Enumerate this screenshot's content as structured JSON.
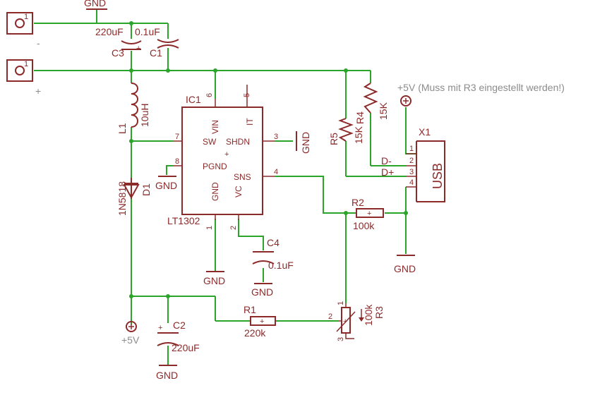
{
  "colors": {
    "wire": "#2aa52a",
    "component": "#8c2a2a",
    "background": "#ffffff"
  },
  "connectors": {
    "top": {
      "pin": "1",
      "polarity": "-"
    },
    "bottom": {
      "pin": "1",
      "polarity": "+"
    }
  },
  "ic": {
    "ref": "IC1",
    "part": "LT1302",
    "pins": {
      "vin": {
        "num": "6",
        "label": "VIN"
      },
      "it": {
        "num": "5",
        "label": "IT"
      },
      "sw": {
        "num": "7",
        "label": "SW"
      },
      "shdn": {
        "num": "3",
        "label": "SHDN"
      },
      "pgnd": {
        "num": "8",
        "label": "PGND"
      },
      "sns": {
        "num": "4",
        "label": "SNS"
      },
      "gnd": {
        "num": "1",
        "label": "GND"
      },
      "vc": {
        "num": "2",
        "label": "VC"
      }
    }
  },
  "components": {
    "c1": {
      "ref": "C1",
      "value": "0.1uF"
    },
    "c2": {
      "ref": "C2",
      "value": "220uF"
    },
    "c3": {
      "ref": "C3",
      "value": "220uF"
    },
    "c4": {
      "ref": "C4",
      "value": "0.1uF"
    },
    "l1": {
      "ref": "L1",
      "value": "10uH"
    },
    "d1": {
      "ref": "D1",
      "value": "1N5818"
    },
    "r1": {
      "ref": "R1",
      "value": "220k"
    },
    "r2": {
      "ref": "R2",
      "value": "100k"
    },
    "r3": {
      "ref": "R3",
      "value": "100k",
      "pins": [
        "1",
        "2",
        "3"
      ]
    },
    "r4": {
      "ref": "R4",
      "value": "15K"
    },
    "r5": {
      "ref": "R5",
      "value": "15K"
    }
  },
  "usb": {
    "ref": "X1",
    "label": "USB",
    "pins": [
      "1",
      "2",
      "3",
      "4"
    ],
    "signals": [
      "D-",
      "D+"
    ]
  },
  "supplies": {
    "gnd": "GND",
    "v5": "+5V",
    "v5_note": "+5V (Muss mit R3 eingestellt werden!)"
  },
  "polarity_mark": "+"
}
